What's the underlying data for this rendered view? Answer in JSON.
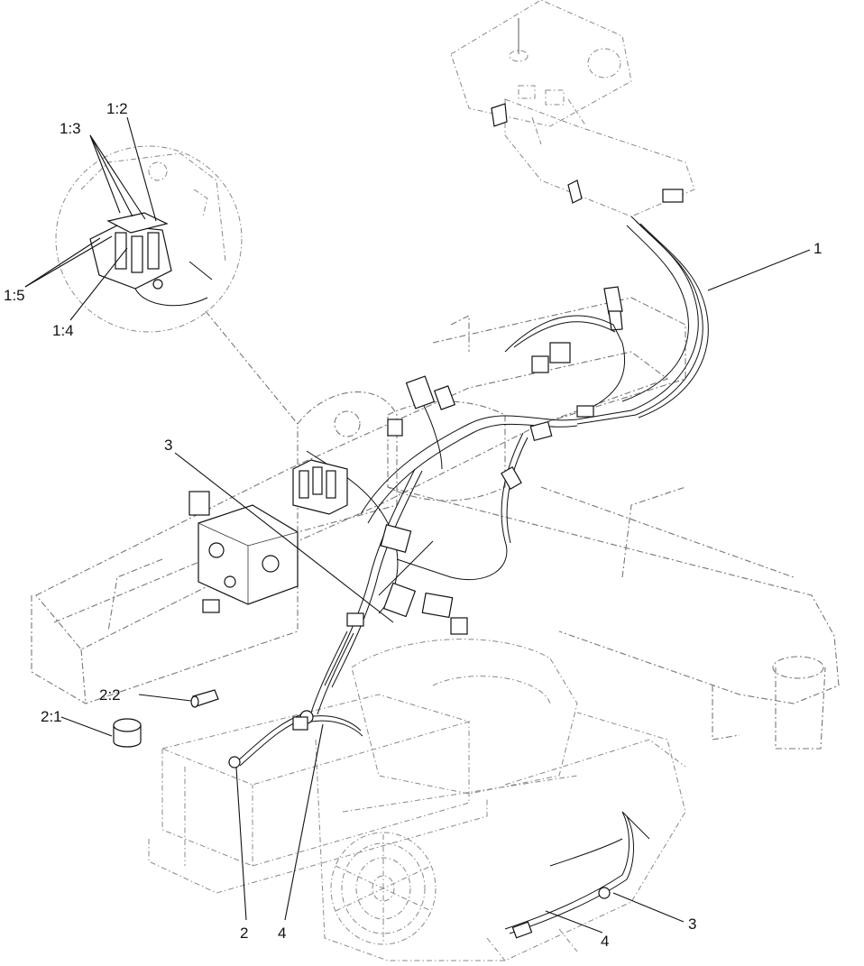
{
  "callouts": {
    "c1_2": "1:2",
    "c1_3": "1:3",
    "c1_5": "1:5",
    "c1_4": "1:4",
    "c1": "1",
    "c3_upper": "3",
    "c2_2": "2:2",
    "c2_1": "2:1",
    "c2": "2",
    "c4_left": "4",
    "c4_right": "4",
    "c3_lower": "3"
  }
}
